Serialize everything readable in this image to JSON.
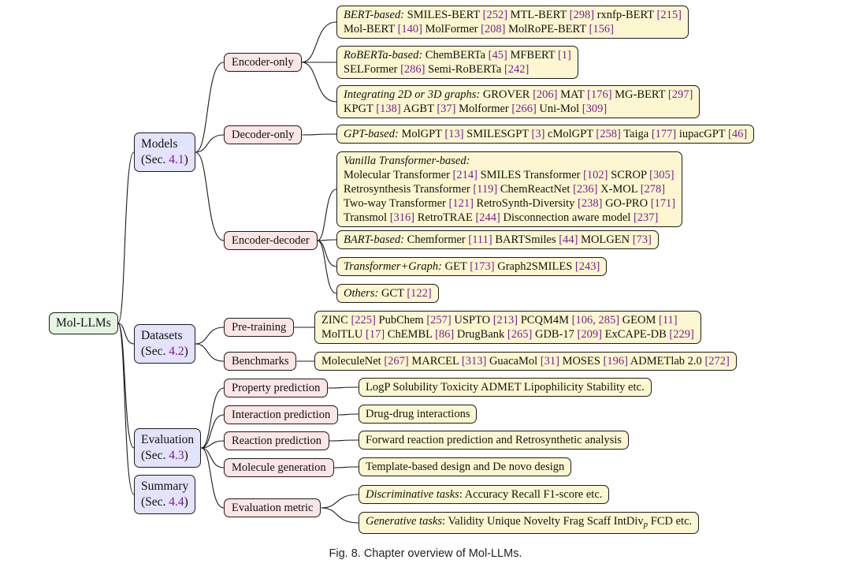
{
  "root": {
    "label": "Mol-LLMs"
  },
  "categories": [
    {
      "key": "models",
      "title": "Models",
      "sec_prefix": "(Sec. ",
      "sec_num": "4.1",
      "sec_suffix": ")"
    },
    {
      "key": "datasets",
      "title": "Datasets",
      "sec_prefix": "(Sec. ",
      "sec_num": "4.2",
      "sec_suffix": ")"
    },
    {
      "key": "evaluation",
      "title": "Evaluation",
      "sec_prefix": "(Sec. ",
      "sec_num": "4.3",
      "sec_suffix": ")"
    },
    {
      "key": "summary",
      "title": "Summary",
      "sec_prefix": "(Sec. ",
      "sec_num": "4.4",
      "sec_suffix": ")"
    }
  ],
  "subcategories": [
    {
      "key": "encoder-only",
      "label": "Encoder-only"
    },
    {
      "key": "decoder-only",
      "label": "Decoder-only"
    },
    {
      "key": "encoder-decoder",
      "label": "Encoder-decoder"
    },
    {
      "key": "pre-training",
      "label": "Pre-training"
    },
    {
      "key": "benchmarks",
      "label": "Benchmarks"
    },
    {
      "key": "property-prediction",
      "label": "Property prediction"
    },
    {
      "key": "interaction-prediction",
      "label": "Interaction prediction"
    },
    {
      "key": "reaction-prediction",
      "label": "Reaction prediction"
    },
    {
      "key": "molecule-generation",
      "label": "Molecule generation"
    },
    {
      "key": "evaluation-metric",
      "label": "Evaluation metric"
    }
  ],
  "leaves": [
    {
      "key": "bert-based",
      "lines": [
        [
          {
            "t": "BERT-based:",
            "s": "em"
          },
          {
            "t": " SMILES-BERT "
          },
          {
            "t": "[252]",
            "s": "ref"
          },
          {
            "t": " MTL-BERT ",
            "gap": true
          },
          {
            "t": "[298]",
            "s": "ref"
          },
          {
            "t": " rxnfp-BERT ",
            "gap": true
          },
          {
            "t": "[215]",
            "s": "ref"
          }
        ],
        [
          {
            "t": "Mol-BERT "
          },
          {
            "t": "[140]",
            "s": "ref"
          },
          {
            "t": " MolFormer ",
            "gap": true
          },
          {
            "t": "[208]",
            "s": "ref"
          },
          {
            "t": " MolRoPE-BERT ",
            "gap": true
          },
          {
            "t": "[156]",
            "s": "ref"
          }
        ]
      ]
    },
    {
      "key": "roberta-based",
      "lines": [
        [
          {
            "t": "RoBERTa-based:",
            "s": "em"
          },
          {
            "t": " ChemBERTa "
          },
          {
            "t": "[45]",
            "s": "ref"
          },
          {
            "t": " MFBERT ",
            "gap": true
          },
          {
            "t": "[1]",
            "s": "ref"
          }
        ],
        [
          {
            "t": "SELFormer "
          },
          {
            "t": "[286]",
            "s": "ref"
          },
          {
            "t": " Semi-RoBERTa ",
            "gap": true
          },
          {
            "t": "[242]",
            "s": "ref"
          }
        ]
      ]
    },
    {
      "key": "graph-based",
      "lines": [
        [
          {
            "t": "Integrating 2D or 3D graphs:",
            "s": "em"
          },
          {
            "t": " GROVER "
          },
          {
            "t": "[206]",
            "s": "ref"
          },
          {
            "t": " MAT ",
            "gap": true
          },
          {
            "t": "[176]",
            "s": "ref"
          },
          {
            "t": " MG-BERT ",
            "gap": true
          },
          {
            "t": "[297]",
            "s": "ref"
          }
        ],
        [
          {
            "t": "KPGT "
          },
          {
            "t": "[138]",
            "s": "ref"
          },
          {
            "t": " AGBT ",
            "gap": true
          },
          {
            "t": "[37]",
            "s": "ref"
          },
          {
            "t": " Molformer ",
            "gap": true
          },
          {
            "t": "[266]",
            "s": "ref"
          },
          {
            "t": " Uni-Mol ",
            "gap": true
          },
          {
            "t": "[309]",
            "s": "ref"
          }
        ]
      ]
    },
    {
      "key": "gpt-based",
      "lines": [
        [
          {
            "t": "GPT-based:",
            "s": "em"
          },
          {
            "t": " MolGPT "
          },
          {
            "t": "[13]",
            "s": "ref"
          },
          {
            "t": " SMILESGPT ",
            "gap": true
          },
          {
            "t": "[3]",
            "s": "ref"
          },
          {
            "t": " cMolGPT ",
            "gap": true
          },
          {
            "t": "[258]",
            "s": "ref"
          },
          {
            "t": " Taiga ",
            "gap": true
          },
          {
            "t": "[177]",
            "s": "ref"
          },
          {
            "t": " iupacGPT ",
            "gap": true
          },
          {
            "t": "[46]",
            "s": "ref"
          }
        ]
      ]
    },
    {
      "key": "vanilla-transformer",
      "lines": [
        [
          {
            "t": "Vanilla Transformer-based:",
            "s": "em"
          }
        ],
        [
          {
            "t": "Molecular Transformer "
          },
          {
            "t": "[214]",
            "s": "ref"
          },
          {
            "t": " SMILES Transformer ",
            "gap": true
          },
          {
            "t": "[102]",
            "s": "ref"
          },
          {
            "t": " SCROP ",
            "gap": true
          },
          {
            "t": "[305]",
            "s": "ref"
          }
        ],
        [
          {
            "t": "Retrosynthesis Transformer "
          },
          {
            "t": "[119]",
            "s": "ref"
          },
          {
            "t": " ChemReactNet ",
            "gap": true
          },
          {
            "t": "[236]",
            "s": "ref"
          },
          {
            "t": " X-MOL ",
            "gap": true
          },
          {
            "t": "[278]",
            "s": "ref"
          }
        ],
        [
          {
            "t": "Two-way Transformer "
          },
          {
            "t": "[121]",
            "s": "ref"
          },
          {
            "t": " RetroSynth-Diversity ",
            "gap": true
          },
          {
            "t": "[238]",
            "s": "ref"
          },
          {
            "t": " GO-PRO ",
            "gap": true
          },
          {
            "t": "[171]",
            "s": "ref"
          }
        ],
        [
          {
            "t": "Transmol "
          },
          {
            "t": "[316]",
            "s": "ref"
          },
          {
            "t": " RetroTRAE ",
            "gap": true
          },
          {
            "t": "[244]",
            "s": "ref"
          },
          {
            "t": " Disconnection aware model ",
            "gap": true
          },
          {
            "t": "[237]",
            "s": "ref"
          }
        ]
      ]
    },
    {
      "key": "bart-based",
      "lines": [
        [
          {
            "t": "BART-based:",
            "s": "em"
          },
          {
            "t": " Chemformer "
          },
          {
            "t": "[111]",
            "s": "ref"
          },
          {
            "t": " BARTSmiles ",
            "gap": true
          },
          {
            "t": "[44]",
            "s": "ref"
          },
          {
            "t": " MOLGEN ",
            "gap": true
          },
          {
            "t": "[73]",
            "s": "ref"
          }
        ]
      ]
    },
    {
      "key": "transformer-graph",
      "lines": [
        [
          {
            "t": "Transformer+Graph:",
            "s": "em"
          },
          {
            "t": " GET "
          },
          {
            "t": "[173]",
            "s": "ref"
          },
          {
            "t": " Graph2SMILES ",
            "gap": true
          },
          {
            "t": "[243]",
            "s": "ref"
          }
        ]
      ]
    },
    {
      "key": "others",
      "lines": [
        [
          {
            "t": "Others:",
            "s": "em"
          },
          {
            "t": " GCT "
          },
          {
            "t": "[122]",
            "s": "ref"
          }
        ]
      ]
    },
    {
      "key": "pretraining-datasets",
      "lines": [
        [
          {
            "t": "ZINC "
          },
          {
            "t": "[225]",
            "s": "ref"
          },
          {
            "t": " PubChem ",
            "gap": true
          },
          {
            "t": "[257]",
            "s": "ref"
          },
          {
            "t": " USPTO ",
            "gap": true
          },
          {
            "t": "[213]",
            "s": "ref"
          },
          {
            "t": " PCQM4M ",
            "gap": true
          },
          {
            "t": "[106, 285]",
            "s": "ref"
          },
          {
            "t": " GEOM ",
            "gap": true
          },
          {
            "t": "[11]",
            "s": "ref"
          }
        ],
        [
          {
            "t": "MolTLU "
          },
          {
            "t": "[17]",
            "s": "ref"
          },
          {
            "t": " ChEMBL ",
            "gap": true
          },
          {
            "t": "[86]",
            "s": "ref"
          },
          {
            "t": " DrugBank ",
            "gap": true
          },
          {
            "t": "[265]",
            "s": "ref"
          },
          {
            "t": " GDB-17 ",
            "gap": true
          },
          {
            "t": "[209]",
            "s": "ref"
          },
          {
            "t": " ExCAPE-DB ",
            "gap": true
          },
          {
            "t": "[229]",
            "s": "ref"
          }
        ]
      ]
    },
    {
      "key": "benchmark-datasets",
      "lines": [
        [
          {
            "t": "MoleculeNet "
          },
          {
            "t": "[267]",
            "s": "ref"
          },
          {
            "t": " MARCEL ",
            "gap": true
          },
          {
            "t": "[313]",
            "s": "ref"
          },
          {
            "t": " GuacaMol ",
            "gap": true
          },
          {
            "t": "[31]",
            "s": "ref"
          },
          {
            "t": " MOSES ",
            "gap": true
          },
          {
            "t": "[196]",
            "s": "ref"
          },
          {
            "t": " ADMETlab 2.0 ",
            "gap": true
          },
          {
            "t": "[272]",
            "s": "ref"
          }
        ]
      ]
    },
    {
      "key": "property-tasks",
      "lines": [
        [
          {
            "t": "LogP  Solubility  Toxicity  ADMET  Lipophilicity  Stability  etc."
          }
        ]
      ]
    },
    {
      "key": "interaction-tasks",
      "lines": [
        [
          {
            "t": "Drug-drug interactions"
          }
        ]
      ]
    },
    {
      "key": "reaction-tasks",
      "lines": [
        [
          {
            "t": "Forward reaction prediction and Retrosynthetic analysis"
          }
        ]
      ]
    },
    {
      "key": "generation-tasks",
      "lines": [
        [
          {
            "t": "Template-based design and De novo design"
          }
        ]
      ]
    },
    {
      "key": "discriminative-metrics",
      "lines": [
        [
          {
            "t": "Discriminative tasks",
            "s": "em"
          },
          {
            "t": ": Accuracy  Recall  F1-score  etc."
          }
        ]
      ]
    },
    {
      "key": "generative-metrics",
      "lines": [
        [
          {
            "t": "Generative tasks",
            "s": "em"
          },
          {
            "t": ": Validity  Unique  Novelty  Frag  Scaff  IntDiv"
          },
          {
            "t": "p",
            "s": "em"
          },
          {
            "t": "  FCD  etc."
          }
        ]
      ]
    }
  ],
  "caption": "Fig. 8.  Chapter overview of Mol-LLMs."
}
